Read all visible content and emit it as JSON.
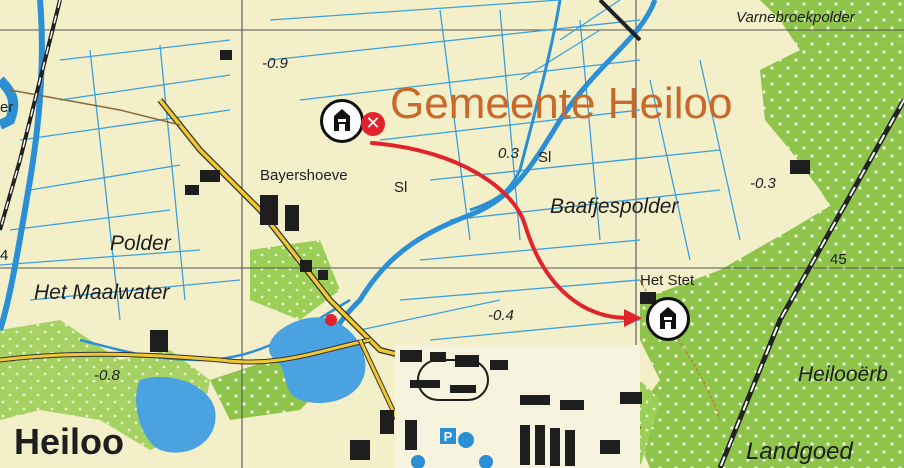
{
  "map": {
    "labels": {
      "varnebroekpolder": "Varnebroekpolder",
      "gemeente": "Gemeente Heiloo",
      "elev_m09": "-0.9",
      "elev_03a": "0.3",
      "sluice_1": "Sl",
      "bayershoeve": "Bayershoeve",
      "sluice_2": "Sl",
      "baafjespolder": "Baafjespolder",
      "elev_m03": "-0.3",
      "polder": "Polder",
      "het_maalwater": "Het Maalwater",
      "elev_45": "45",
      "het_stet": "Het Stet",
      "elev_m04": "-0.4",
      "elev_m08": "-0.8",
      "heilooerbos": "Heilooërb",
      "heiloo": "Heiloo",
      "landgoed": "Landgoed",
      "edge_er": "er",
      "edge_4": "4",
      "parking": "P"
    },
    "markers": {
      "origin": {
        "icon": "castle-icon",
        "badge": "close-icon",
        "badge_symbol": "✕"
      },
      "destination": {
        "icon": "castle-icon"
      }
    },
    "colors": {
      "land": "#f3efc9",
      "forest": "#8dc449",
      "water": "#2b8fd6",
      "ditch": "#3b9fe0",
      "road": "#f2c830",
      "route_arrow": "#e1232b",
      "label_municipality": "#c8692b",
      "grid": "#555555"
    }
  }
}
